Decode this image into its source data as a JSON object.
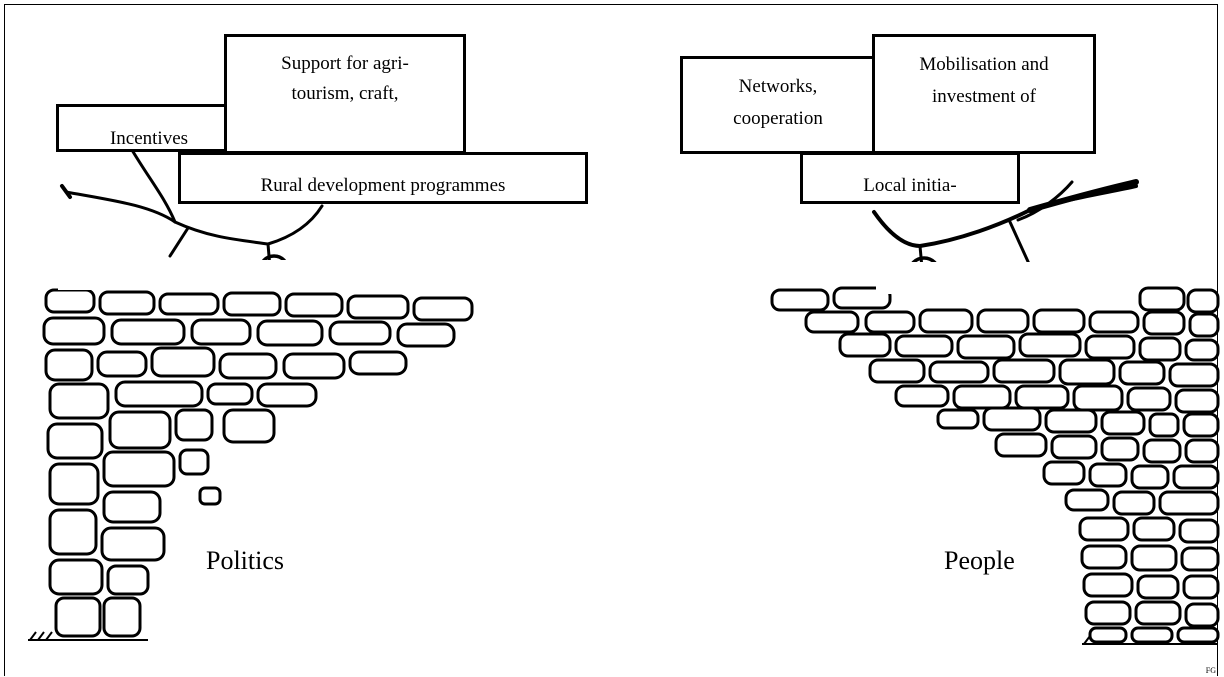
{
  "left_group": {
    "boxes": {
      "incentives": "Incentives",
      "support_line1": "Support for agri-",
      "support_line2": "tourism, craft,",
      "rural_programmes": "Rural development programmes"
    },
    "wall_label": "Politics"
  },
  "right_group": {
    "boxes": {
      "networks_line1": "Networks,",
      "networks_line2": "cooperation",
      "mobilisation_line1": "Mobilisation and",
      "mobilisation_line2": "investment of",
      "local_initiatives": "Local initia-"
    },
    "wall_label": "People"
  },
  "credit": "FG"
}
